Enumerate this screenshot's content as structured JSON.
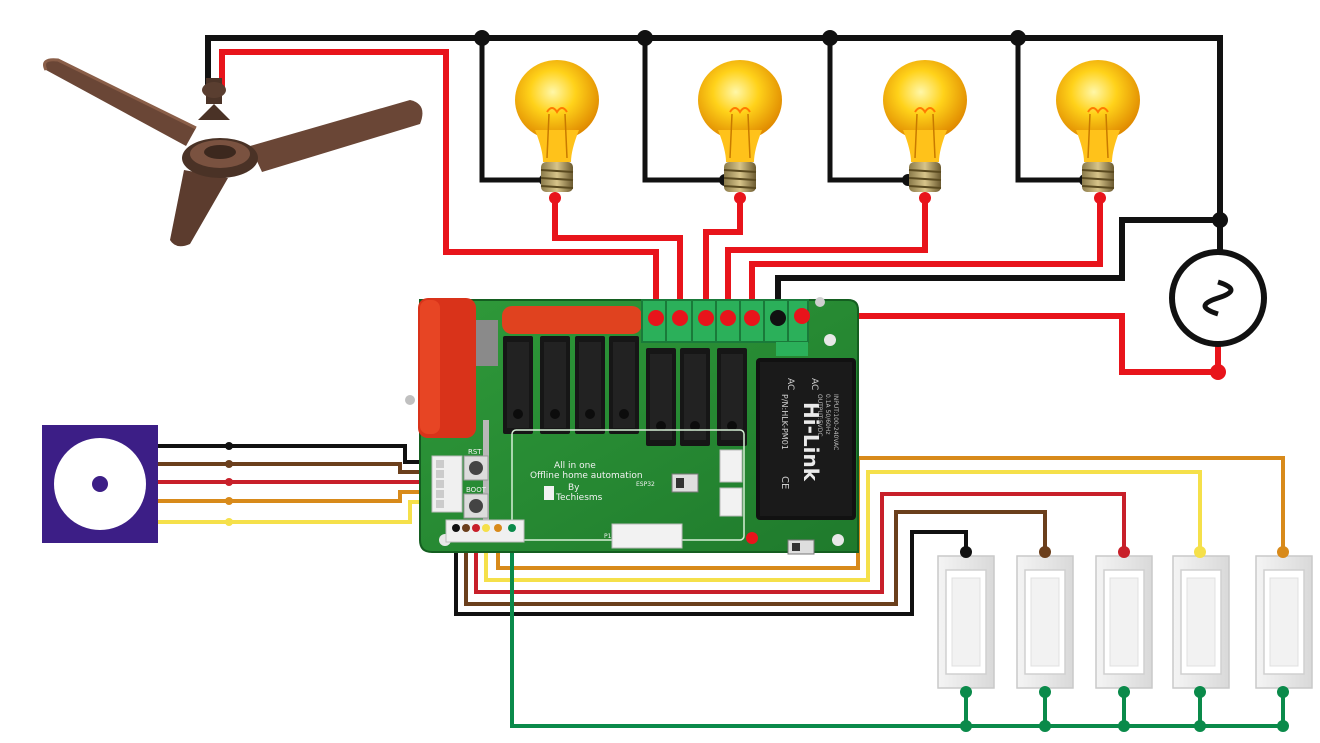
{
  "board": {
    "line1": "All in one",
    "line2": "Offline home automation",
    "line3": "By",
    "line4": "Techiesms",
    "rst_label": "RST",
    "boot_label": "BOOT",
    "esp_label": "ESP32",
    "p1_label": "P1"
  },
  "power_module": {
    "brand": "Hi-Link",
    "model": "P/N:HLK-PM01",
    "ac_label_1": "AC",
    "ac_label_2": "AC",
    "spec_1": "INPUT:100-240VAC",
    "spec_2": "0.1A 50/60Hz",
    "spec_3": "OUTPUT:5VDC",
    "ce_mark": "CE"
  },
  "wire_colors": {
    "live": "#e8141b",
    "neutral": "#111111",
    "ground_common": "#0a8a4a",
    "switch_1": "#111111",
    "switch_2": "#6b3f1c",
    "switch_3": "#c8202a",
    "switch_4": "#f5e04a",
    "switch_5": "#d88a1a"
  },
  "icons": [
    "ceiling-fan-icon",
    "light-bulb-icon",
    "ac-source-icon",
    "ir-receiver-icon",
    "wall-switch-icon",
    "relay-icon"
  ]
}
